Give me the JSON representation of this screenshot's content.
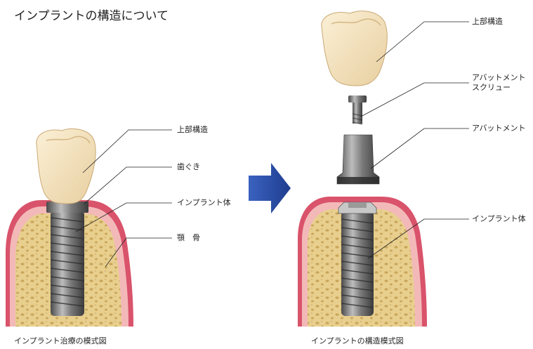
{
  "page": {
    "title": "インプラントの構造について"
  },
  "left_figure": {
    "labels": {
      "crown": "上部構造",
      "gum": "歯ぐき",
      "implant_body": "インプラント体",
      "jawbone": "顎　骨"
    },
    "caption": "インプラント治療の模式図"
  },
  "right_figure": {
    "labels": {
      "crown": "上部構造",
      "abutment_screw_line1": "アバットメント",
      "abutment_screw_line2": "スクリュー",
      "abutment": "アバットメント",
      "implant_body": "インプラント体"
    },
    "caption": "インプラントの構造模式図"
  },
  "colors": {
    "arrow": "#2b4a9e",
    "gum": "#d9536b",
    "bone": "#e8cf8e",
    "crown": "#f3e2bd",
    "metal": "#8a8a8a"
  }
}
